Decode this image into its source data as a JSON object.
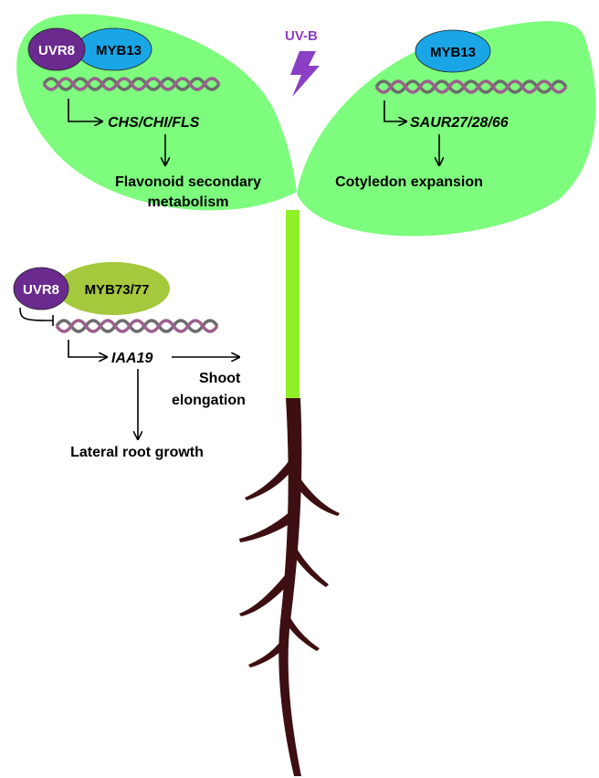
{
  "uvb": {
    "label": "UV-B",
    "icon": "lightning-bolt-icon",
    "color": "#8a3fc4"
  },
  "colors": {
    "leaf": "#7dfc7d",
    "stem": "#8ff028",
    "root": "#3d0f12",
    "uvr8": "#6a2a8e",
    "myb13": "#1aa5e6",
    "myb73": "#a5c83c",
    "dna_a": "#6c6c6c",
    "dna_b": "#9c5f8e"
  },
  "left_leaf": {
    "uvr8": "UVR8",
    "myb": "MYB13",
    "genes": "CHS/CHI/FLS",
    "outcome_line1": "Flavonoid secondary",
    "outcome_line2": "metabolism"
  },
  "right_leaf": {
    "myb": "MYB13",
    "genes": "SAUR27/28/66",
    "outcome": "Cotyledon expansion"
  },
  "stem_module": {
    "uvr8": "UVR8",
    "myb": "MYB73/77",
    "gene": "IAA19",
    "shoot_line1": "Shoot",
    "shoot_line2": "elongation",
    "root_outcome": "Lateral root growth"
  }
}
